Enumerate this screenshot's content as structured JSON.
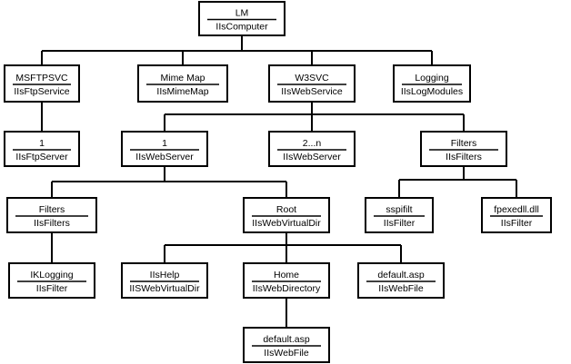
{
  "nodes": [
    {
      "id": "lm",
      "name": "LM",
      "type": "IIsComputer"
    },
    {
      "id": "msftpsvc",
      "name": "MSFTPSVC",
      "type": "IIsFtpService"
    },
    {
      "id": "mimemap",
      "name": "Mime Map",
      "type": "IIsMimeMap"
    },
    {
      "id": "w3svc",
      "name": "W3SVC",
      "type": "IIsWebService"
    },
    {
      "id": "logging",
      "name": "Logging",
      "type": "IIsLogModules"
    },
    {
      "id": "ftpserver1",
      "name": "1",
      "type": "IIsFtpServer"
    },
    {
      "id": "webserver1",
      "name": "1",
      "type": "IIsWebServer"
    },
    {
      "id": "webserver2n",
      "name": "2...n",
      "type": "IIsWebServer"
    },
    {
      "id": "filters-w3svc",
      "name": "Filters",
      "type": "IIsFilters"
    },
    {
      "id": "filters-ws1",
      "name": "Filters",
      "type": "IIsFilters"
    },
    {
      "id": "root",
      "name": "Root",
      "type": "IIsWebVirtualDir"
    },
    {
      "id": "sspifilt",
      "name": "sspifilt",
      "type": "IIsFilter"
    },
    {
      "id": "fpexedll",
      "name": "fpexedll.dll",
      "type": "IIsFilter"
    },
    {
      "id": "iklogging",
      "name": "IKLogging",
      "type": "IIsFilter"
    },
    {
      "id": "iishelp",
      "name": "IIsHelp",
      "type": "IISWebVirtualDir"
    },
    {
      "id": "home",
      "name": "Home",
      "type": "IIsWebDirectory"
    },
    {
      "id": "defaultasp-root",
      "name": "default.asp",
      "type": "IIsWebFile"
    },
    {
      "id": "defaultasp-home",
      "name": "default.asp",
      "type": "IIsWebFile"
    }
  ]
}
